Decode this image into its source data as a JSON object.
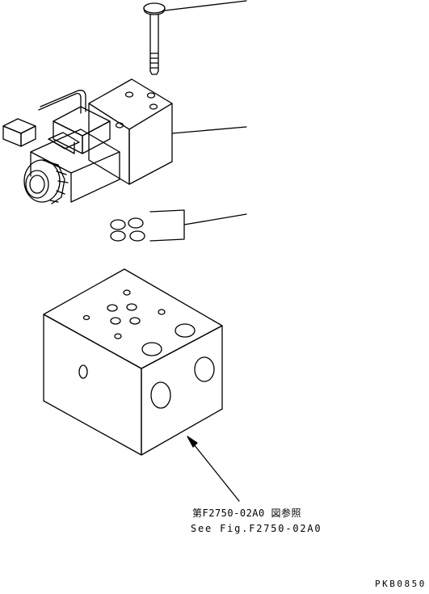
{
  "references": {
    "japanese": "第F2750-02A0 図参照",
    "english": "See Fig.F2750-02A0"
  },
  "document_code": "PKB0850",
  "colors": {
    "line": "#000000",
    "background": "#ffffff"
  }
}
